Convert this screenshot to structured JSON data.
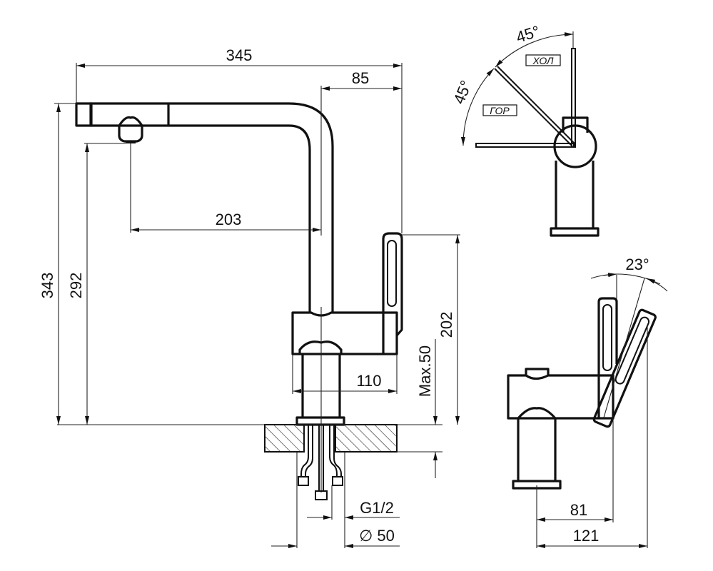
{
  "drawing": {
    "subject": "faucet-dimension-drawing",
    "line_color": "#111111",
    "background": "#ffffff"
  },
  "front_view": {
    "dims": {
      "overall_width": "345",
      "spout_offset": "85",
      "reach": "203",
      "overall_height": "343",
      "spout_height": "292",
      "handle_height": "202",
      "body_depth": "110",
      "max_counter_thickness": "Max.50"
    }
  },
  "supply": {
    "thread": "G1/2",
    "hole_diameter": "∅ 50"
  },
  "top_view": {
    "angle_cold": "45°",
    "angle_hot": "45°",
    "label_cold": "ХОЛ",
    "label_hot": "ГОР"
  },
  "side_view": {
    "tilt_angle": "23°",
    "dim_inner": "81",
    "dim_outer": "121"
  }
}
